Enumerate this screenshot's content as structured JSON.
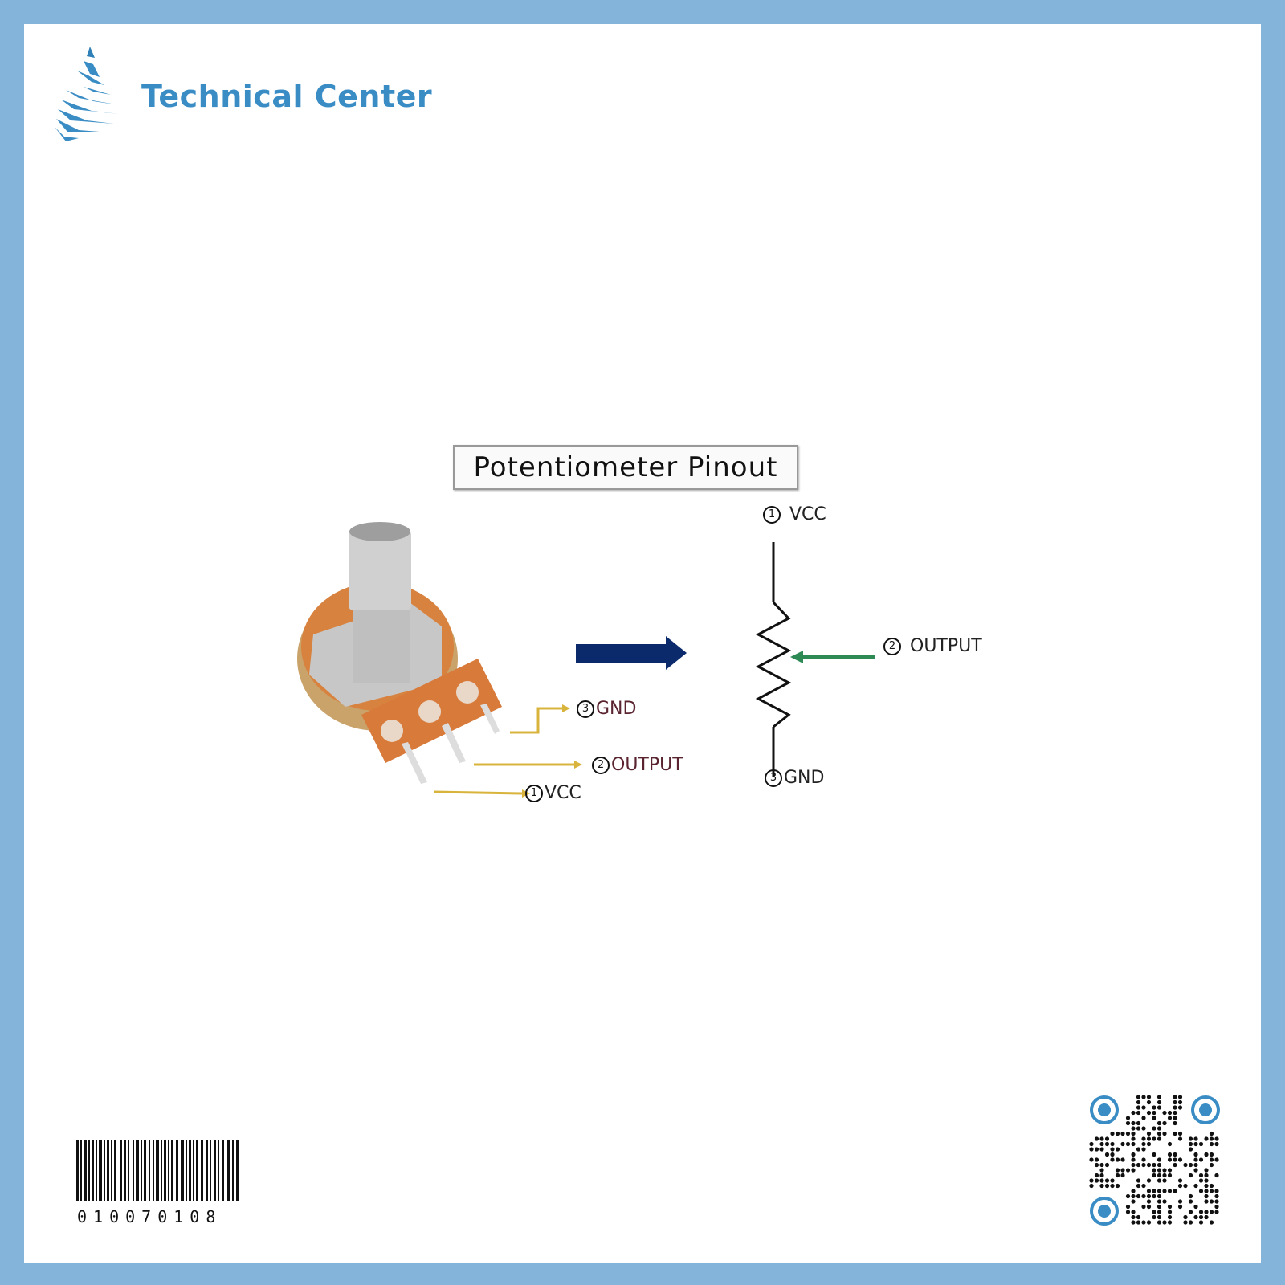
{
  "brand": {
    "name": "Technical Center"
  },
  "title": "Potentiometer Pinout",
  "photo_labels": [
    {
      "pin": "3",
      "text": "GND"
    },
    {
      "pin": "2",
      "text": "OUTPUT"
    },
    {
      "pin": "1",
      "text": "VCC"
    }
  ],
  "schematic_labels": {
    "vcc": {
      "pin": "1",
      "text": "VCC"
    },
    "output": {
      "pin": "2",
      "text": "OUTPUT"
    },
    "gnd": {
      "pin": "3",
      "text": "GND"
    }
  },
  "barcode": "010070108",
  "colors": {
    "frame": "#84b4da",
    "brand": "#3a8dc4",
    "arrow": "#0b2a6b",
    "wiper": "#2e8a55",
    "wire": "#d9b43c"
  }
}
